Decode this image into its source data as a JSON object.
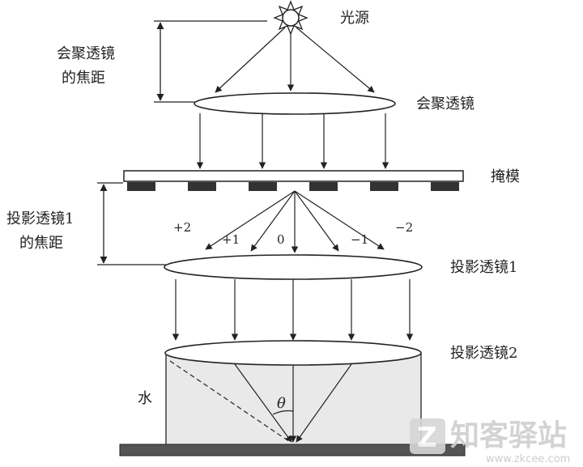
{
  "labels": {
    "light_source": "光源",
    "condenser_focal_line1": "会聚透镜",
    "condenser_focal_line2": "的焦距",
    "condenser_lens": "会聚透镜",
    "mask": "掩模",
    "projection_focal_line1": "投影透镜1",
    "projection_focal_line2": "的焦距",
    "projection_lens_1": "投影透镜1",
    "projection_lens_2": "投影透镜2",
    "water": "水",
    "theta": "θ"
  },
  "diffraction_orders": [
    "+2",
    "+1",
    "0",
    "−1",
    "−2"
  ],
  "watermark": {
    "brand": "知客驿站",
    "url": "www.zkcee.com"
  },
  "colors": {
    "line": "#222222",
    "water_fill": "#e9e9e9",
    "mask_block": "#333333",
    "watermark": "#cfcfcf"
  }
}
